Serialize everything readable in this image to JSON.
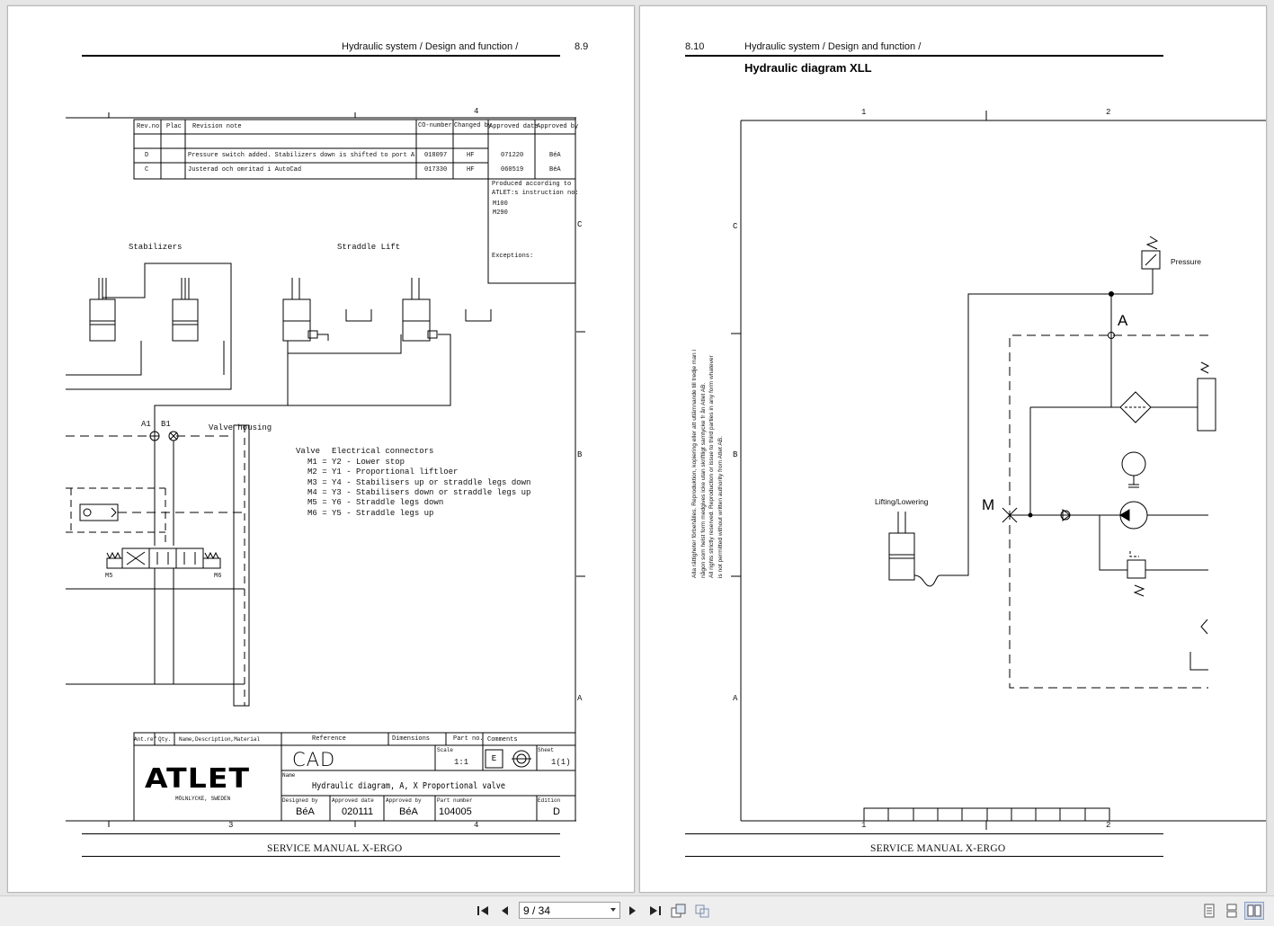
{
  "left_page": {
    "header_title": "Hydraulic system / Design and function /",
    "page_number": "8.9",
    "footer": "SERVICE MANUAL X-ERGO",
    "revision_table": {
      "headers": [
        "Rev.no",
        "Plac",
        "Revision note",
        "CO-number",
        "Changed by",
        "Approved date",
        "Approved by"
      ],
      "rows": [
        [
          "D",
          "",
          "Pressure switch added. Stabilizers down is shifted to port A",
          "018097",
          "HF",
          "071220",
          "BéA"
        ],
        [
          "C",
          "",
          "Justerad och omritad i AutoCad",
          "017330",
          "HF",
          "060519",
          "BéA"
        ]
      ]
    },
    "produced_note": [
      "Produced according to",
      "ATLET:s instruction no:",
      "M100",
      "M290"
    ],
    "exceptions_label": "Exceptions:",
    "zone_marks": {
      "top_col": "4",
      "c": "C",
      "b": "B",
      "a": "A",
      "bottom_col3": "3",
      "bottom_col4": "4"
    },
    "labels": {
      "stabilizers": "Stabilizers",
      "straddle_lift": "Straddle Lift",
      "a1": "A1",
      "b1": "B1",
      "valve_housing": "Valve housing",
      "m5": "M5",
      "m6": "M6"
    },
    "valve_legend": {
      "col1": "Valve",
      "col2": "Electrical connectors",
      "lines": [
        "M1 = Y2 - Lower stop",
        "M2 = Y1 - Proportional liftloer",
        "M3 = Y4 - Stabilisers up or straddle legs down",
        "M4 = Y3 - Stabilisers down or straddle legs up",
        "M5 = Y6 - Straddle legs down",
        "M6 = Y5 - Straddle legs up"
      ]
    },
    "title_block": {
      "headers": [
        "Ant.ref",
        "Qty.",
        "Name,Description,Material",
        "Reference",
        "Dimensions",
        "Part no.",
        "Comments"
      ],
      "cad": "CAD",
      "scale_label": "Scale",
      "scale": "1:1",
      "sheet_label": "Sheet",
      "sheet": "1(1)",
      "name_label": "Name",
      "name": "Hydraulic diagram, A, X Proportional valve",
      "designed_by_label": "Designed by",
      "designed_by": "BéA",
      "approved_date_label": "Approved date",
      "approved_date": "020111",
      "approved_by_label": "Approved by",
      "approved_by": "BéA",
      "part_number_label": "Part number",
      "part_number": "104005",
      "edition_label": "Edition",
      "edition": "D",
      "logo": "ATLET",
      "logo_sub": "MÖLNLYCKE, SWEDEN"
    }
  },
  "right_page": {
    "page_number": "8.10",
    "header_title": "Hydraulic system / Design and function /",
    "subtitle": "Hydraulic diagram XLL",
    "footer": "SERVICE MANUAL X-ERGO",
    "zone_marks": {
      "col1": "1",
      "col2": "2",
      "c": "C",
      "b": "B",
      "a": "A",
      "bottom_col1": "1",
      "bottom_col2": "2"
    },
    "labels": {
      "pressure": "Pressure",
      "port_a": "A",
      "port_m": "M",
      "lifting_lowering": "Lifting/Lowering"
    },
    "copyright_lines": [
      "Alla rättigheter förbehålles. Reproduktion, kopiering eller att utlämnande till tredje man i",
      "någon som helst form medgives icke utan skriftligt samtycke fr ån Atlet AB.",
      "All rights strictly reserved. Reproduction or issue to third parties in any form whatever",
      "is not permitted without written authority from Atlet AB."
    ]
  },
  "toolbar": {
    "page_indicator": "9 / 34",
    "buttons": [
      "first-page-icon",
      "previous-page-icon",
      "next-page-icon",
      "last-page-icon",
      "rotate-icon",
      "fit-icon",
      "single-page-icon",
      "continuous-icon",
      "two-page-icon"
    ]
  }
}
